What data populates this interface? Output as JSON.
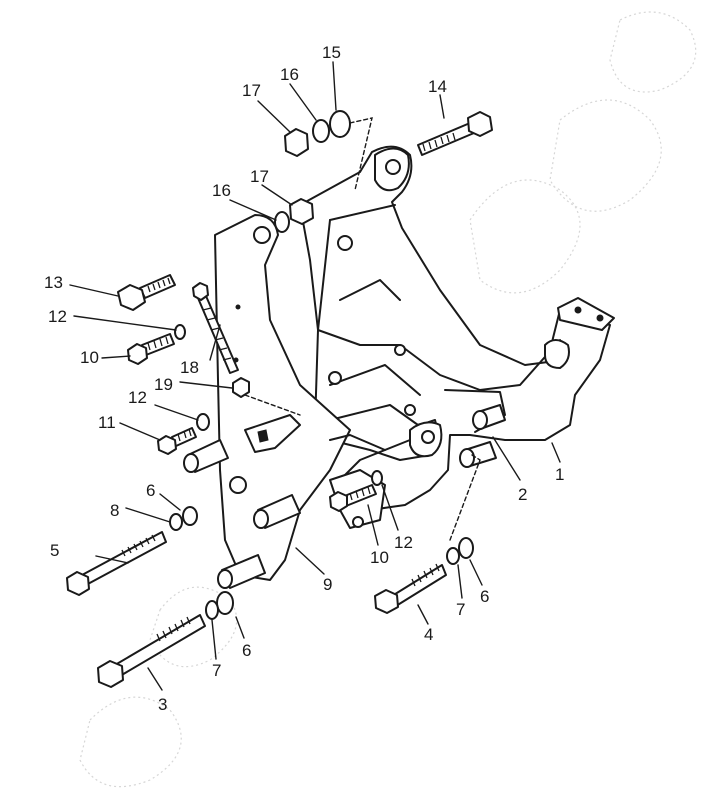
{
  "diagram": {
    "callouts": [
      {
        "id": "c1",
        "text": "1"
      },
      {
        "id": "c2",
        "text": "2"
      },
      {
        "id": "c3",
        "text": "3"
      },
      {
        "id": "c4",
        "text": "4"
      },
      {
        "id": "c5",
        "text": "5"
      },
      {
        "id": "c6a",
        "text": "6"
      },
      {
        "id": "c6b",
        "text": "6"
      },
      {
        "id": "c6c",
        "text": "6"
      },
      {
        "id": "c7a",
        "text": "7"
      },
      {
        "id": "c7b",
        "text": "7"
      },
      {
        "id": "c8",
        "text": "8"
      },
      {
        "id": "c9",
        "text": "9"
      },
      {
        "id": "c10a",
        "text": "10"
      },
      {
        "id": "c10b",
        "text": "10"
      },
      {
        "id": "c11",
        "text": "11"
      },
      {
        "id": "c12a",
        "text": "12"
      },
      {
        "id": "c12b",
        "text": "12"
      },
      {
        "id": "c12c",
        "text": "12"
      },
      {
        "id": "c13",
        "text": "13"
      },
      {
        "id": "c14",
        "text": "14"
      },
      {
        "id": "c15",
        "text": "15"
      },
      {
        "id": "c16a",
        "text": "16"
      },
      {
        "id": "c16b",
        "text": "16"
      },
      {
        "id": "c17a",
        "text": "17"
      },
      {
        "id": "c17b",
        "text": "17"
      },
      {
        "id": "c18",
        "text": "18"
      },
      {
        "id": "c19",
        "text": "19"
      }
    ],
    "colors": {
      "line": "#1a1a1a",
      "background": "#ffffff",
      "watermark": "#d6d6d6"
    }
  }
}
